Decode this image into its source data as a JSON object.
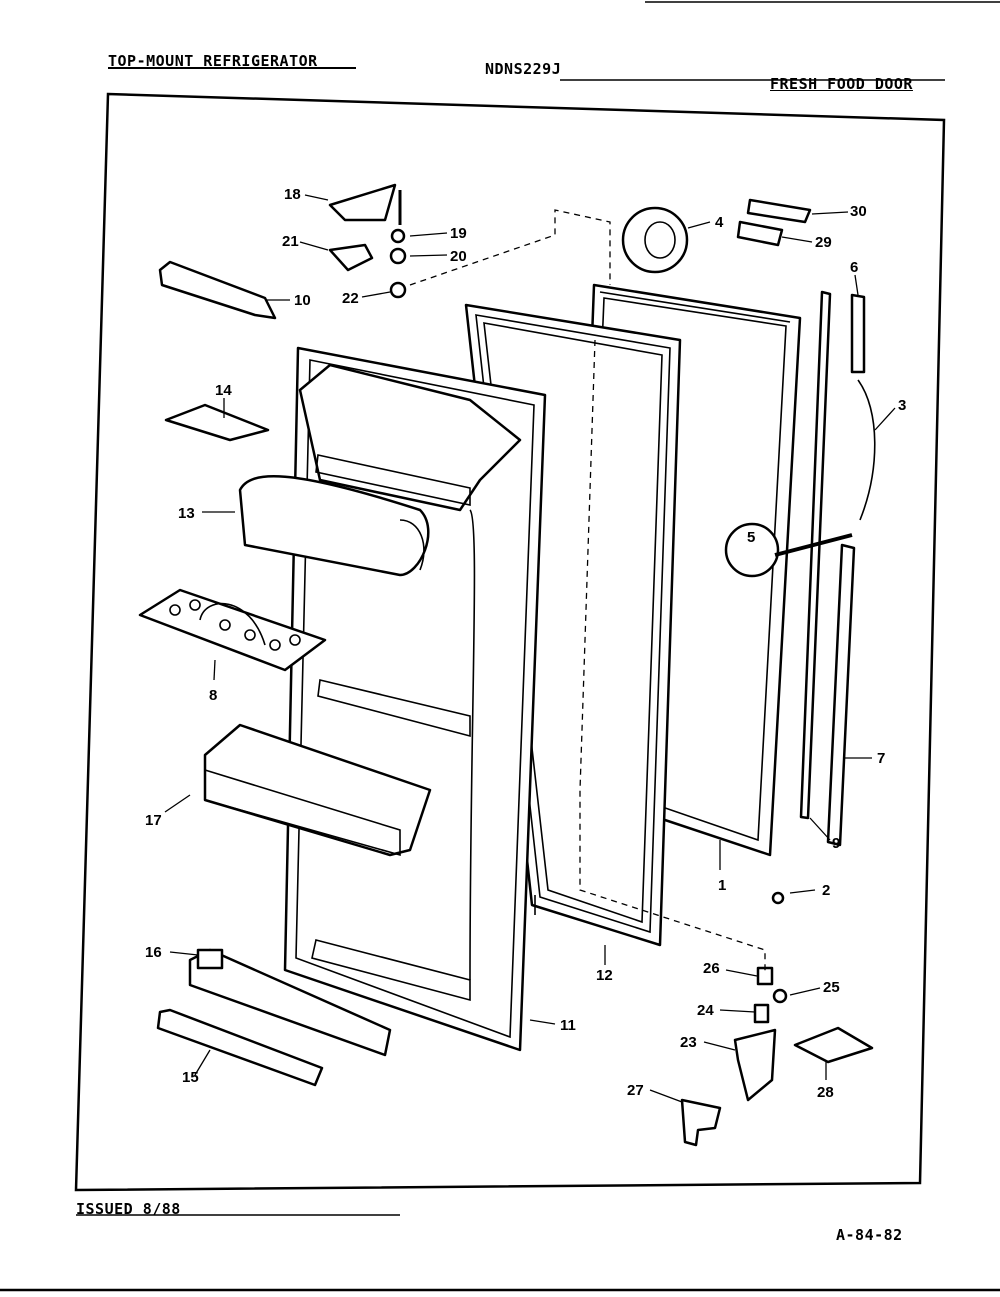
{
  "header": {
    "left_title": "TOP-MOUNT REFRIGERATOR",
    "model": "NDNS229J",
    "right_title": "FRESH FOOD DOOR"
  },
  "footer": {
    "issued": "ISSUED 8/88",
    "code": "A-84-82"
  },
  "part_labels": [
    "1",
    "2",
    "3",
    "4",
    "5",
    "6",
    "7",
    "8",
    "9",
    "10",
    "11",
    "12",
    "13",
    "14",
    "15",
    "16",
    "17",
    "18",
    "19",
    "20",
    "21",
    "22",
    "23",
    "24",
    "25",
    "26",
    "27",
    "28",
    "29",
    "30"
  ]
}
